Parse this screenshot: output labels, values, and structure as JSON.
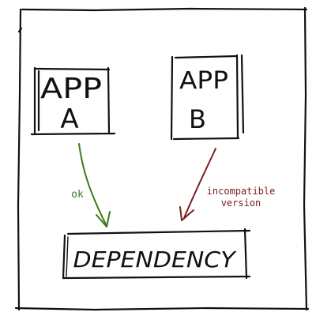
{
  "boxes": {
    "app_a": {
      "line1": "APP",
      "line2": "A"
    },
    "app_b": {
      "line1": "APP",
      "line2": "B"
    },
    "dependency": {
      "label": "DEPENDENCY"
    }
  },
  "arrows": {
    "ok": {
      "label": "ok",
      "color": "#3a7a1c"
    },
    "incompatible": {
      "line1": "incompatible",
      "line2": "version",
      "color": "#7a1e1e"
    }
  },
  "colors": {
    "ink": "#111111"
  }
}
